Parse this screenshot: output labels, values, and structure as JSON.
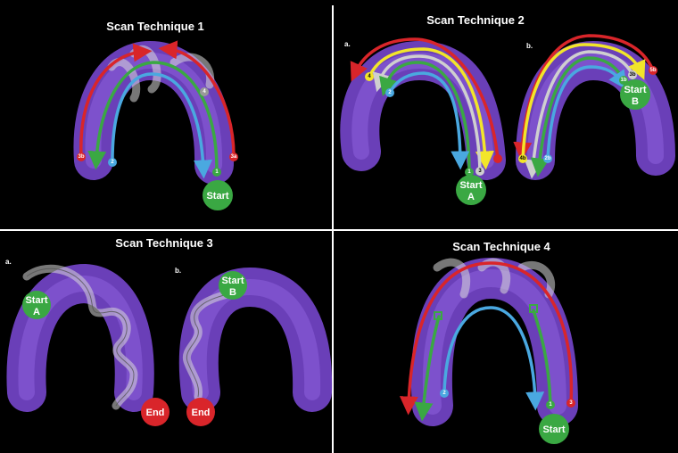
{
  "panels": [
    {
      "title": "Scan Technique 1",
      "labels": [
        "3b",
        "2",
        "1",
        "3a",
        "4"
      ],
      "start": "Start"
    },
    {
      "title": "Scan Technique 2",
      "sub_a": "a.",
      "sub_b": "b.",
      "labels_a": [
        "4",
        "2",
        "1",
        "3"
      ],
      "labels_b": [
        "4b",
        "2b",
        "1b",
        "3b",
        "5b"
      ],
      "start_a": [
        "Start",
        "A"
      ],
      "start_b": [
        "Start",
        "B"
      ]
    },
    {
      "title": "Scan Technique 3",
      "sub_a": "a.",
      "sub_b": "b.",
      "start_a": [
        "Start",
        "A"
      ],
      "start_b": [
        "Start",
        "B"
      ],
      "end": "End"
    },
    {
      "title": "Scan Technique 4",
      "labels": [
        "2",
        "1",
        "3"
      ],
      "start": "Start"
    }
  ],
  "colors": {
    "background": "#000000",
    "model": "#6a3fb8",
    "red": "#d9252a",
    "green": "#3aa843",
    "blue": "#4aa8e0",
    "yellow": "#f2e52a",
    "gray": "#cfcfcf",
    "start": "#3aa843",
    "end": "#d9252a"
  }
}
